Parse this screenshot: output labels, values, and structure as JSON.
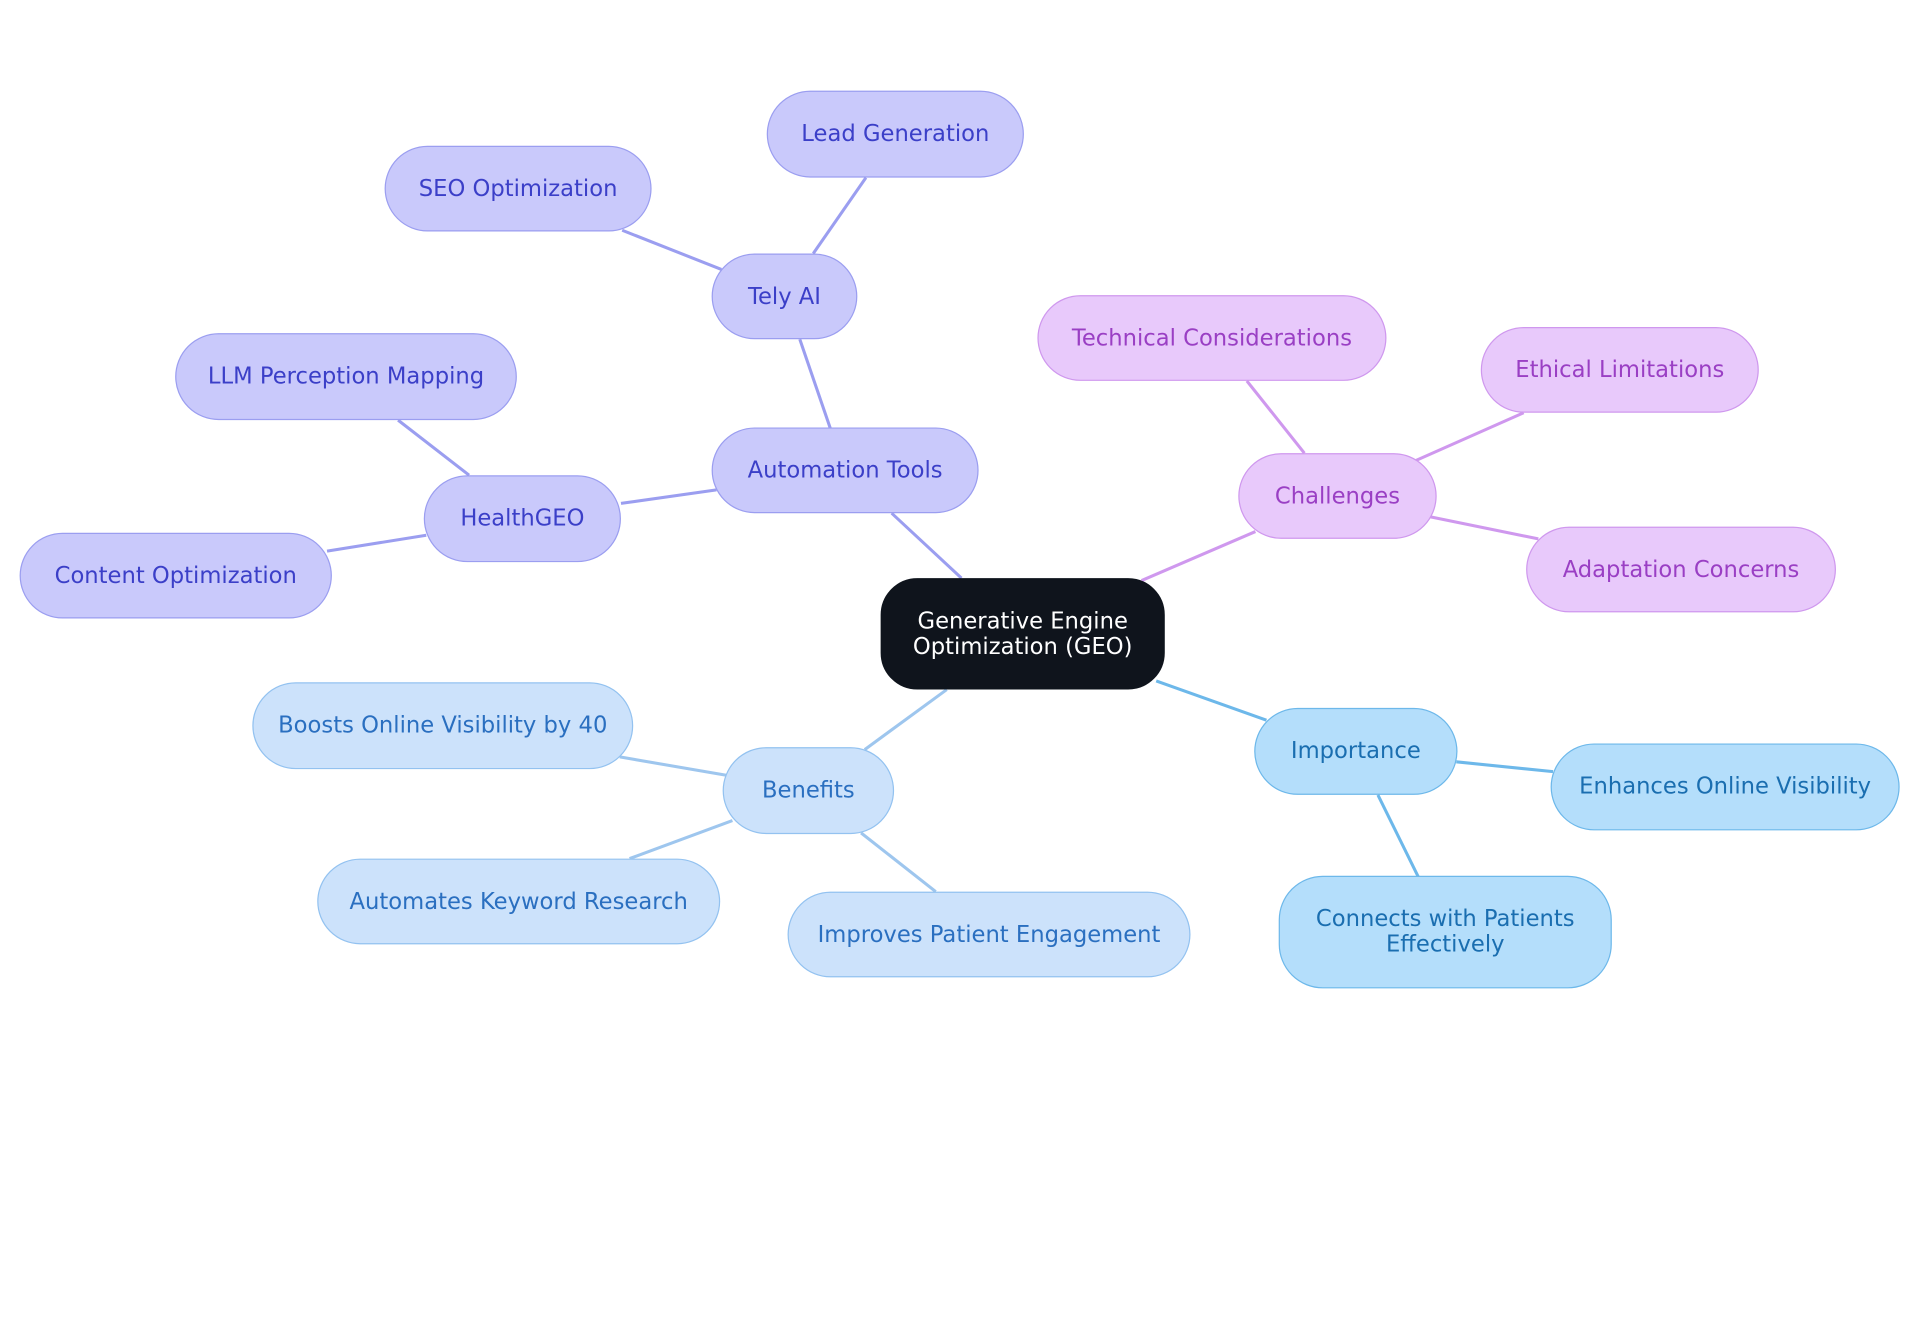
{
  "root": {
    "label": "Generative Engine Optimization (GEO)"
  },
  "branches": {
    "automation": {
      "label": "Automation Tools",
      "tely": {
        "label": "Tely AI",
        "children": [
          "Lead Generation",
          "SEO Optimization"
        ]
      },
      "healthgeo": {
        "label": "HealthGEO",
        "children": [
          "LLM Perception Mapping",
          "Content Optimization"
        ]
      }
    },
    "challenges": {
      "label": "Challenges",
      "children": [
        "Technical Considerations",
        "Ethical Limitations",
        "Adaptation Concerns"
      ]
    },
    "benefits": {
      "label": "Benefits",
      "children": [
        "Boosts Online Visibility by 40",
        "Automates Keyword Research",
        "Improves Patient Engagement"
      ]
    },
    "importance": {
      "label": "Importance",
      "children": [
        "Enhances Online Visibility",
        "Connects with Patients Effectively"
      ]
    }
  },
  "colors": {
    "root_fill": "#0f141c",
    "automation_fill": "#c9c9fb",
    "automation_text": "#3b3fc8",
    "automation_edge": "#9b9ef0",
    "challenges_fill": "#e8c9fb",
    "challenges_text": "#9a3fc4",
    "challenges_edge": "#cf98ee",
    "benefits_fill": "#cce2fb",
    "benefits_text": "#2a6fc0",
    "benefits_edge": "#9ec6ee",
    "importance_fill": "#b4defb",
    "importance_text": "#1a6eb0",
    "importance_edge": "#6db8ea"
  }
}
